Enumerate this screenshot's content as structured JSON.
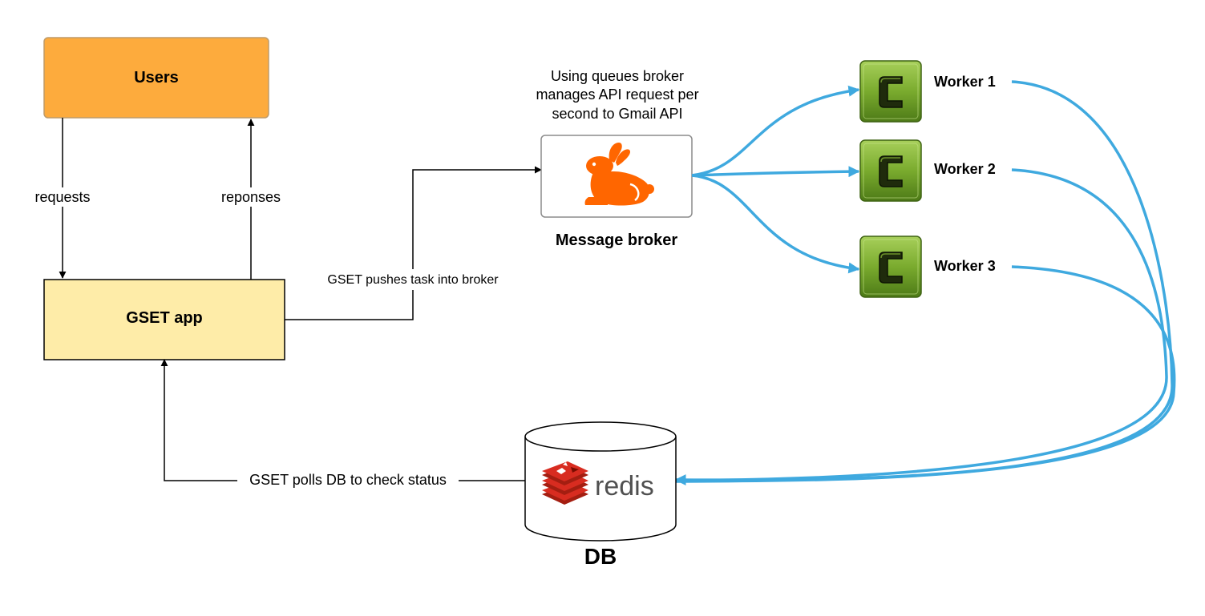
{
  "nodes": {
    "users": {
      "label": "Users",
      "fill": "#fdab3d",
      "stroke": "#bf9b6a"
    },
    "gset_app": {
      "label": "GSET app",
      "fill": "#feeca8",
      "stroke": "#000000"
    },
    "message_broker": {
      "label": "Message broker",
      "icon": "rabbit-icon",
      "icon_color": "#ff6600"
    },
    "worker_1": {
      "label": "Worker 1",
      "icon": "celery-c-icon"
    },
    "worker_2": {
      "label": "Worker 2",
      "icon": "celery-c-icon"
    },
    "worker_3": {
      "label": "Worker 3",
      "icon": "celery-c-icon"
    },
    "db": {
      "label": "DB",
      "logo_text": "redis",
      "logo_color": "#d82c20",
      "logo_text_color": "#505050"
    }
  },
  "edges": {
    "requests": "requests",
    "responses": "reponses",
    "push_task": "GSET pushes task into broker",
    "poll_db": "GSET polls DB to check status"
  },
  "annotations": {
    "broker_note": [
      "Using queues broker",
      "manages API request per",
      "second to Gmail API"
    ]
  },
  "colors": {
    "worker_link": "#3fa9df",
    "connector": "#000000",
    "worker_green": "#6e9a24"
  }
}
